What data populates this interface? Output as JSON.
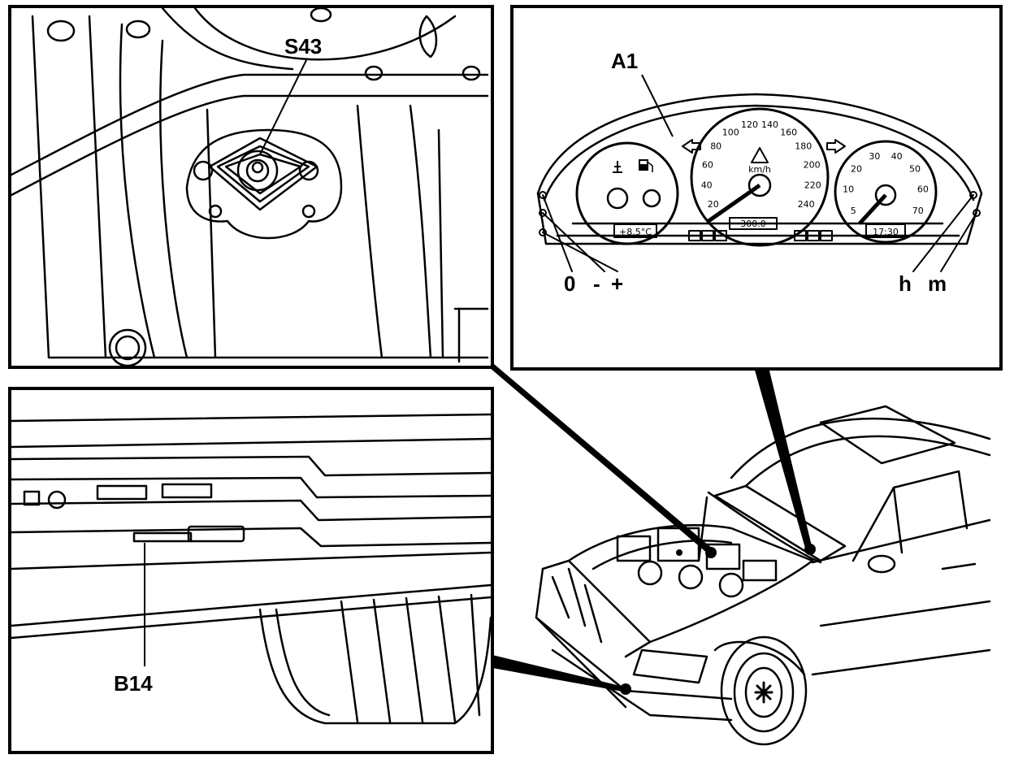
{
  "panels": {
    "engine_mount": {
      "callout": "S43"
    },
    "instrument_cluster": {
      "callout": "A1",
      "buttons_left": [
        "0",
        "-",
        "+"
      ],
      "buttons_right": [
        "h",
        "m"
      ],
      "speedo_ticks": [
        "20",
        "40",
        "60",
        "80",
        "100",
        "120",
        "140",
        "160",
        "180",
        "200",
        "220",
        "240"
      ],
      "speedo_unit": "km/h",
      "tacho_ticks": [
        "5",
        "10",
        "20",
        "30",
        "40",
        "50",
        "60",
        "70"
      ],
      "clock_display": "17:30",
      "temp_display": "+8.5°C",
      "odometer": "300.0"
    },
    "bumper_sensor": {
      "callout": "B14"
    }
  },
  "icons": [
    "warning-triangle-icon",
    "fuel-pump-icon",
    "turn-left-arrow-icon",
    "turn-right-arrow-icon",
    "coolant-temp-icon"
  ]
}
